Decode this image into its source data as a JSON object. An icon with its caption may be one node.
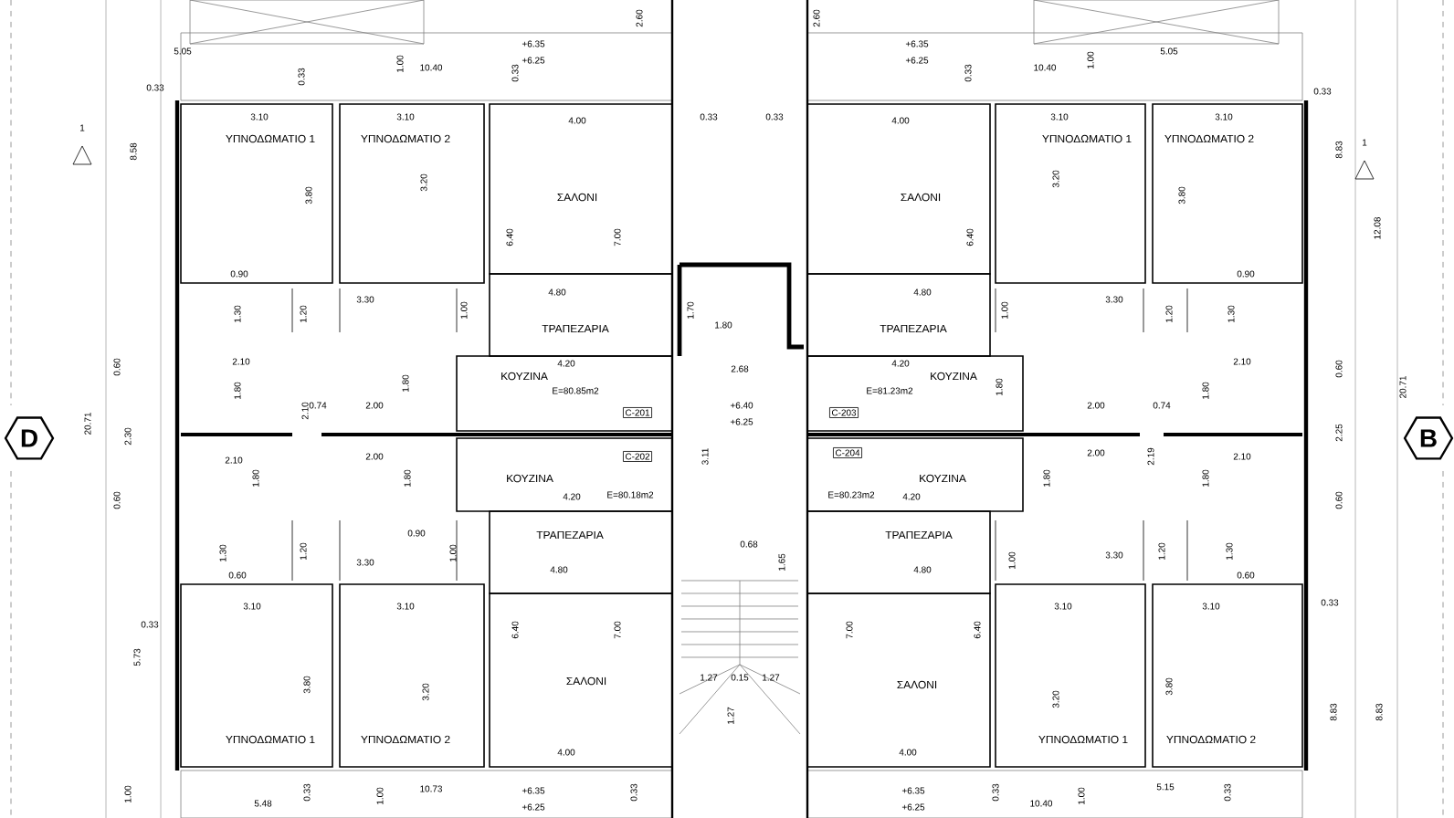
{
  "diagram": {
    "nodes": [
      {
        "text": [
          "ΥΠΝΟΔΩΜΑΤΙΟ 1"
        ]
      },
      {
        "text": [
          "ΥΠΝΟΔΩΜΑΤΙΟ 2"
        ]
      },
      {
        "text": [
          "ΣΑΛΟΝΙ"
        ]
      },
      {
        "text": [
          "ΤΡΑΠΕΖΑΡΙΑ"
        ]
      },
      {
        "text": [
          "ΚΟΥΖΙΝΑ"
        ]
      },
      {
        "text": [
          "ΣΑΛΟΝΙ"
        ]
      },
      {
        "text": [
          "ΤΡΑΠΕΖΑΡΙΑ"
        ]
      },
      {
        "text": [
          "ΚΟΥΖΙΝΑ"
        ]
      },
      {
        "text": [
          "ΥΠΝΟΔΩΜΑΤΙΟ 1"
        ]
      },
      {
        "text": [
          "ΥΠΝΟΔΩΜΑΤΙΟ 2"
        ]
      },
      {
        "text": [
          "ΚΟΥΖΙΝΑ"
        ]
      },
      {
        "text": [
          "ΤΡΑΠΕΖΑΡΙΑ"
        ]
      },
      {
        "text": [
          "ΣΑΛΟΝΙ"
        ]
      },
      {
        "text": [
          "ΥΠΝΟΔΩΜΑΤΙΟ 1"
        ]
      },
      {
        "text": [
          "ΥΠΝΟΔΩΜΑΤΙΟ 2"
        ]
      },
      {
        "text": [
          "ΚΟΥΖΙΝΑ"
        ]
      },
      {
        "text": [
          "ΤΡΑΠΕΖΑΡΙΑ"
        ]
      },
      {
        "text": [
          "ΣΑΛΟΝΙ"
        ]
      },
      {
        "text": [
          "ΥΠΝΟΔΩΜΑΤΙΟ 1"
        ]
      },
      {
        "text": [
          "ΥΠΝΟΔΩΜΑΤΙΟ 2"
        ]
      },
      {
        "text": [
          "C-201"
        ],
        "in": 4
      },
      {
        "text": [
          "C-203"
        ],
        "in": 7
      },
      {
        "text": [
          "C-202"
        ],
        "in": 10
      },
      {
        "text": [
          "C-204"
        ],
        "in": 15
      },
      {
        "text": [
          "D"
        ]
      },
      {
        "text": [
          "B"
        ]
      }
    ],
    "labels": [
      "1",
      "1",
      "5.05",
      "0.33",
      "1.00",
      "10.40",
      "0.33",
      "+6.35",
      "+6.25",
      "2.60",
      "0.33",
      "2.60",
      "+6.35",
      "+6.25",
      "0.33",
      "10.40",
      "1.00",
      "5.05",
      "0.33",
      "3.10",
      "3.10",
      "4.00",
      "0.33",
      "0.33",
      "4.00",
      "3.10",
      "3.10",
      "8.58",
      "8.83",
      "3.80",
      "3.20",
      "3.20",
      "3.80",
      "12.08",
      "6.40",
      "7.00",
      "6.40",
      "0.90",
      "0.90",
      "1.30",
      "1.20",
      "3.30",
      "1.00",
      "4.80",
      "1.70",
      "1.80",
      "4.80",
      "1.00",
      "3.30",
      "1.20",
      "1.30",
      "0.60",
      "2.10",
      "4.20",
      "2.68",
      "4.20",
      "2.10",
      "0.60",
      "1.80",
      "1.80",
      "E=80.85m2",
      "E=81.23m2",
      "1.80",
      "1.80",
      "0.74",
      "2.00",
      "+6.40",
      "2.00",
      "0.74",
      "20.71",
      "2.30",
      "2.10",
      "+6.25",
      "2.25",
      "20.71",
      "2.10",
      "2.00",
      "3.11",
      "2.00",
      "2.19",
      "2.10",
      "1.80",
      "1.80",
      "1.80",
      "1.80",
      "0.60",
      "4.20",
      "E=80.18m2",
      "E=80.23m2",
      "4.20",
      "0.60",
      "1.30",
      "0.60",
      "1.20",
      "3.30",
      "0.90",
      "1.00",
      "4.80",
      "0.68",
      "1.65",
      "4.80",
      "1.00",
      "3.30",
      "1.20",
      "1.30",
      "0.60",
      "5.73",
      "0.33",
      "3.10",
      "3.10",
      "6.40",
      "7.00",
      "7.00",
      "6.40",
      "3.10",
      "3.10",
      "0.33",
      "3.80",
      "3.20",
      "1.27",
      "1.27",
      "0.15",
      "1.27",
      "3.20",
      "3.80",
      "8.83",
      "8.83",
      "4.00",
      "4.00",
      "1.00",
      "5.48",
      "0.33",
      "1.00",
      "10.73",
      "+6.35",
      "+6.25",
      "0.33",
      "+6.35",
      "+6.25",
      "0.33",
      "10.40",
      "1.00",
      "5.15",
      "0.33"
    ]
  }
}
